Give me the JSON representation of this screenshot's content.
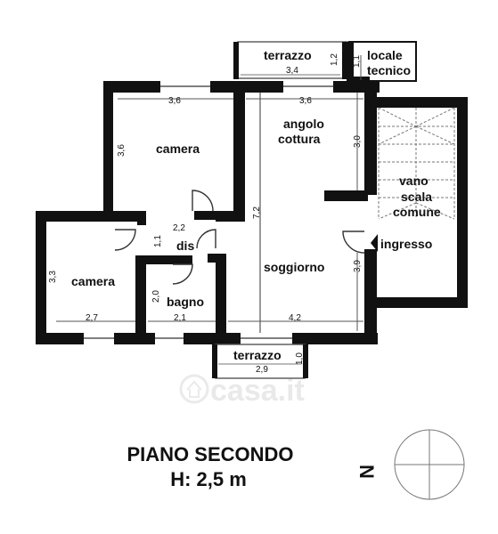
{
  "title": {
    "line1": "PIANO SECONDO",
    "line2": "H: 2,5 m"
  },
  "rooms": {
    "terrazzo_top": "terrazzo",
    "locale_tecnico_line1": "locale",
    "locale_tecnico_line2": "tecnico",
    "camera_upper": "camera",
    "angolo_cottura_line1": "angolo",
    "angolo_cottura_line2": "cottura",
    "vano_scala_line1": "vano",
    "vano_scala_line2": "scala",
    "vano_scala_line3": "comune",
    "ingresso": "ingresso",
    "dis": "dis",
    "soggiorno": "soggiorno",
    "camera_lower": "camera",
    "bagno": "bagno",
    "terrazzo_bottom": "terrazzo"
  },
  "dimensions": {
    "terrazzo_top_w": "3,4",
    "terrazzo_top_h": "1,2",
    "locale_tecnico_w": "1,1",
    "camera_upper_w": "3,6",
    "camera_upper_h": "3,6",
    "angolo_cottura_w": "3,6",
    "angolo_cottura_h": "3,0",
    "dis_w": "2,2",
    "dis_h": "1,1",
    "soggiorno_h": "7,2",
    "ingresso_h": "3,9",
    "camera_lower_h": "3,3",
    "camera_lower_w": "2,7",
    "bagno_h": "2,0",
    "bagno_w": "2,1",
    "soggiorno_w": "4,2",
    "terrazzo_bottom_w": "2,9",
    "terrazzo_bottom_h": "1,0"
  },
  "compass": {
    "north_symbol": "N"
  },
  "watermark": {
    "brand": "casa.it"
  },
  "colors": {
    "wall": "#111111",
    "line": "#555555",
    "watermark": "#d8d8d8"
  }
}
